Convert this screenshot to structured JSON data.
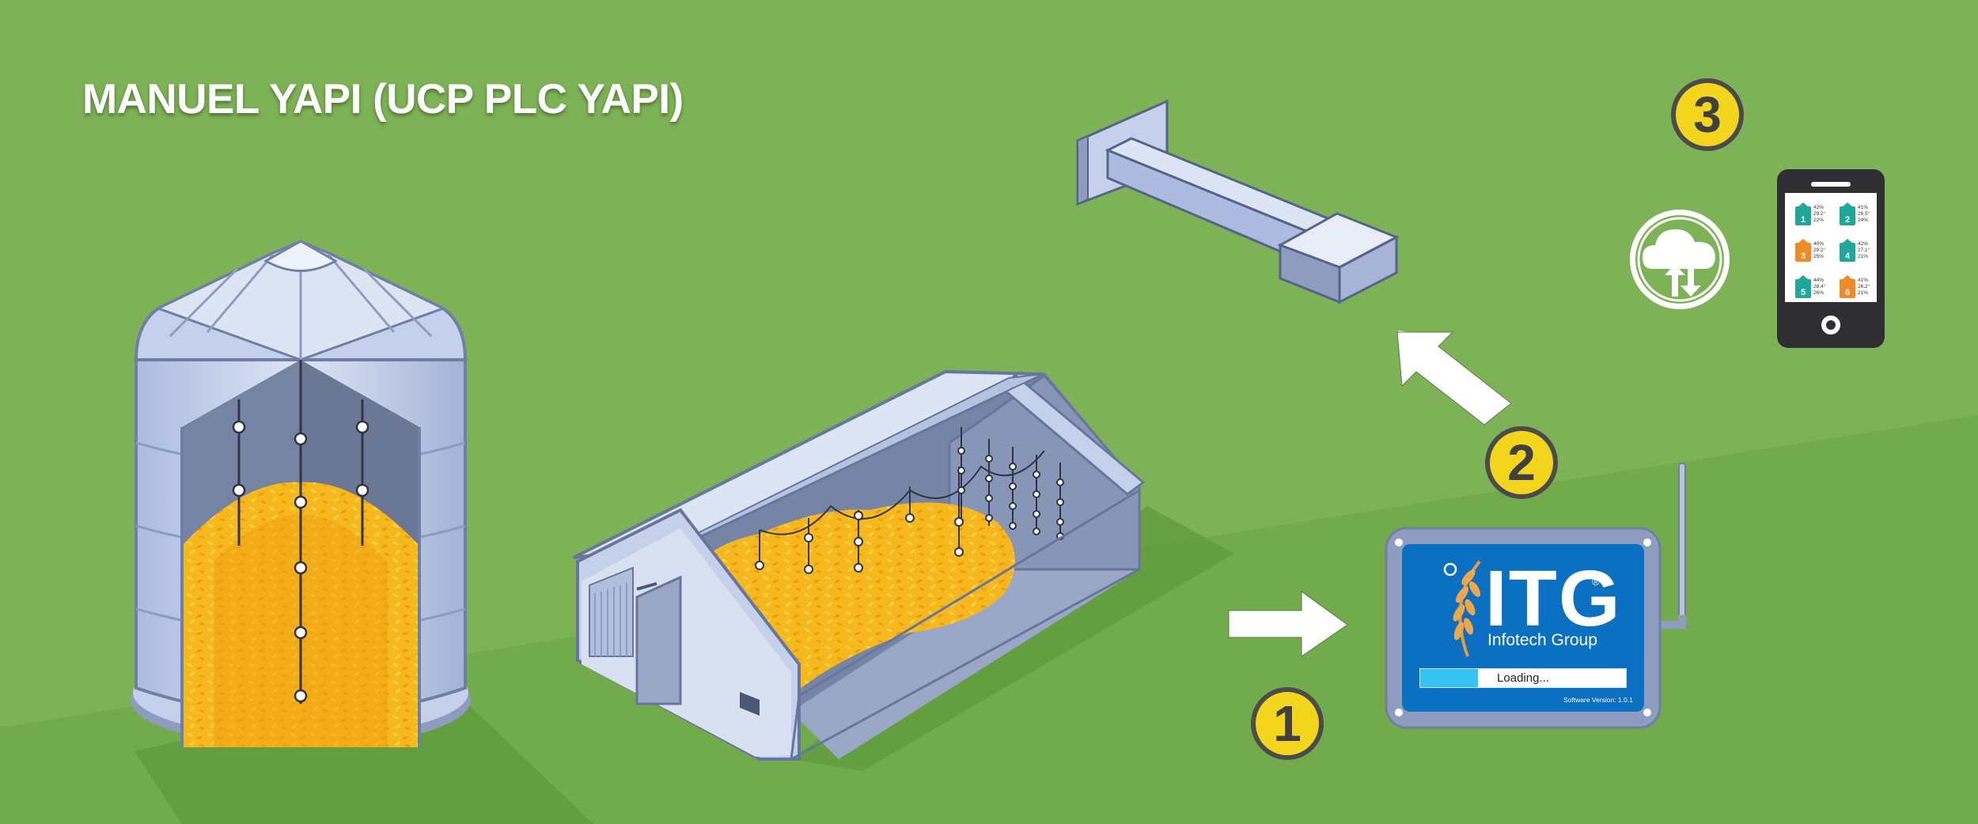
{
  "title": "MANUEL YAPI (UCP PLC YAPI)",
  "steps": [
    "1",
    "2",
    "3"
  ],
  "device": {
    "brand": "ITG",
    "registered": "®",
    "subtitle": "Infotech Group",
    "status": "Loading...",
    "progress": 0.28,
    "version": "Software Version: 1.0.1"
  },
  "phone": {
    "tiles": [
      {
        "num": "1",
        "color": "#1ea89a",
        "humidity": "42%",
        "temp": "29.2°",
        "moisture": "22%"
      },
      {
        "num": "2",
        "color": "#1ea89a",
        "humidity": "41%",
        "temp": "26.5°",
        "moisture": "24%"
      },
      {
        "num": "3",
        "color": "#f08a24",
        "humidity": "40%",
        "temp": "29.2°",
        "moisture": "25%"
      },
      {
        "num": "4",
        "color": "#1ea89a",
        "humidity": "42%",
        "temp": "27.1°",
        "moisture": "21%"
      },
      {
        "num": "5",
        "color": "#1ea89a",
        "humidity": "44%",
        "temp": "28.4°",
        "moisture": "26%"
      },
      {
        "num": "6",
        "color": "#f08a24",
        "humidity": "41%",
        "temp": "26.2°",
        "moisture": "21%"
      }
    ]
  },
  "icons": [
    "silo-icon",
    "warehouse-icon",
    "fan-icon",
    "arrow-right-icon",
    "arrow-up-left-icon",
    "cloud-sync-icon",
    "phone-icon",
    "antenna-icon",
    "wheat-icon"
  ],
  "colors": {
    "background": "#7db356",
    "background_dark": "#6aa344",
    "grain": "#f6b51b",
    "grain_light": "#fdd33a",
    "metal": "#c6d2ea",
    "metal_dark": "#8e9dbf",
    "device_blue": "#0b6fc2",
    "step_badge": "#f3d51d",
    "tile_teal": "#1ea89a",
    "tile_orange": "#f08a24"
  }
}
